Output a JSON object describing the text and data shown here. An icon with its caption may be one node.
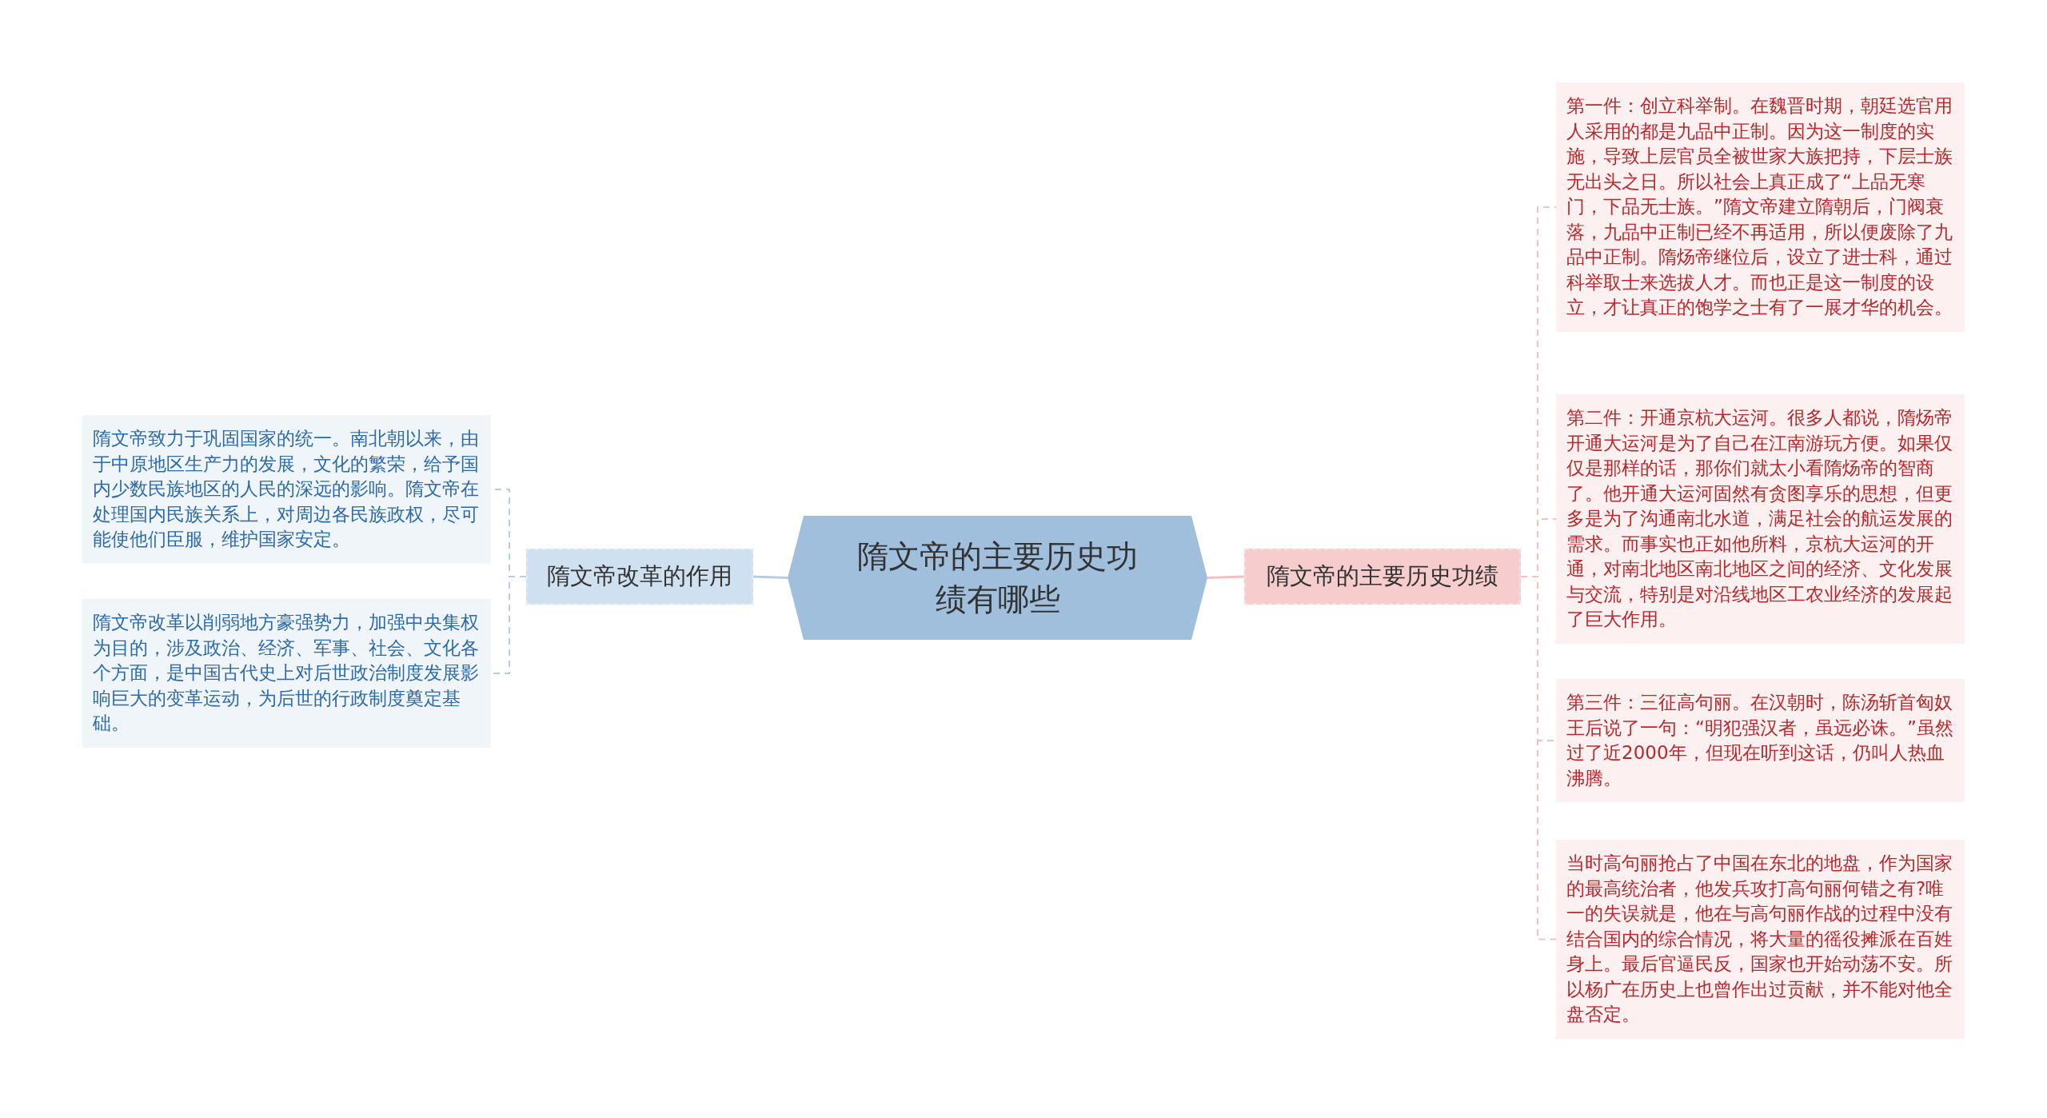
{
  "diagram": {
    "nodes": [
      {
        "text": [
          "隋文帝的主要历史功绩有哪些"
        ]
      },
      {
        "text": [
          "隋文帝改革的作用"
        ]
      },
      {
        "text": [
          "隋文帝致力于巩固国家的统一。南北朝以来，由于中原地区生产力的发展，文化的繁荣，给予国内少数民族地区的人民的深远的影响。隋文帝在处理国内民族关系上，对周边各民族政权，尽可能使他们臣服，维护国家安定。"
        ]
      },
      {
        "text": [
          "隋文帝改革以削弱地方豪强势力，加强中央集权为目的，涉及政治、经济、军事、社会、文化各个方面，是中国古代史上对后世政治制度发展影响巨大的变革运动，为后世的行政制度奠定基础。"
        ]
      },
      {
        "text": [
          "隋文帝的主要历史功绩"
        ]
      },
      {
        "text": [
          "第一件：创立科举制。在魏晋时期，朝廷选官用人采用的都是九品中正制。因为这一制度的实施，导致上层官员全被世家大族把持，下层士族无出头之日。所以社会上真正成了“上品无寒门，下品无士族。”隋文帝建立隋朝后，门阀衰落，九品中正制已经不再适用，所以便废除了九品中正制。隋炀帝继位后，设立了进士科，通过科举取士来选拔人才。而也正是这一制度的设立，才让真正的饱学之士有了一展才华的机会。"
        ]
      },
      {
        "text": [
          "第二件：开通京杭大运河。很多人都说，隋炀帝开通大运河是为了自己在江南游玩方便。如果仅仅是那样的话，那你们就太小看隋炀帝的智商了。他开通大运河固然有贪图享乐的思想，但更多是为了沟通南北水道，满足社会的航运发展的需求。而事实也正如他所料，京杭大运河的开通，对南北地区南北地区之间的经济、文化发展与交流，特别是对沿线地区工农业经济的发展起了巨大作用。"
        ]
      },
      {
        "text": [
          "第三件：三征高句丽。在汉朝时，陈汤斩首匈奴王后说了一句：“明犯强汉者，虽远必诛。”虽然过了近2000年，但现在听到这话，仍叫人热血沸腾。"
        ]
      },
      {
        "text": [
          "当时高句丽抢占了中国在东北的地盘，作为国家的最高统治者，他发兵攻打高句丽何错之有?唯一的失误就是，他在与高句丽作战的过程中没有结合国内的综合情况，将大量的徭役摊派在百姓身上。最后官逼民反，国家也开始动荡不安。所以杨广在历史上也曾作出过贡献，并不能对他全盘否定。"
        ]
      }
    ],
    "edges": [
      {
        "from": 0,
        "to": 1,
        "arrow": "none",
        "color": "#b8cde2"
      },
      {
        "from": 1,
        "to": 2,
        "arrow": "none",
        "style": "dashed",
        "color": "#b8cde2"
      },
      {
        "from": 1,
        "to": 3,
        "arrow": "none",
        "style": "dashed",
        "color": "#b8cde2"
      },
      {
        "from": 0,
        "to": 4,
        "arrow": "none",
        "color": "#f2c2c2"
      },
      {
        "from": 4,
        "to": 5,
        "arrow": "none",
        "style": "dashed",
        "color": "#f2c2c2"
      },
      {
        "from": 4,
        "to": 6,
        "arrow": "none",
        "style": "dashed",
        "color": "#f2c2c2"
      },
      {
        "from": 4,
        "to": 7,
        "arrow": "none",
        "style": "dashed",
        "color": "#f2c2c2"
      },
      {
        "from": 4,
        "to": 8,
        "arrow": "none",
        "style": "dashed",
        "color": "#f2c2c2"
      }
    ]
  }
}
